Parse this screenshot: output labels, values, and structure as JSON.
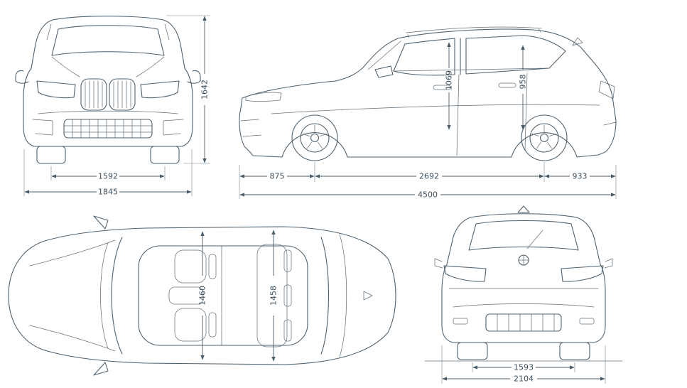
{
  "colors": {
    "line": "#51626F",
    "dimension_text": "#3E4F5C",
    "background": "#ffffff"
  },
  "views": {
    "front": {
      "label": "front-view",
      "dims": {
        "height": "1642",
        "track": "1592",
        "width": "1845"
      }
    },
    "side": {
      "label": "side-view",
      "dims": {
        "front_interior_height": "1069",
        "rear_interior_height": "958",
        "front_overhang": "875",
        "wheelbase": "2692",
        "rear_overhang": "933",
        "length": "4500"
      }
    },
    "top": {
      "label": "top-view",
      "dims": {
        "front_interior_width": "1460",
        "rear_interior_width": "1458"
      }
    },
    "rear": {
      "label": "rear-view",
      "dims": {
        "track": "1593",
        "width": "2104"
      }
    }
  }
}
